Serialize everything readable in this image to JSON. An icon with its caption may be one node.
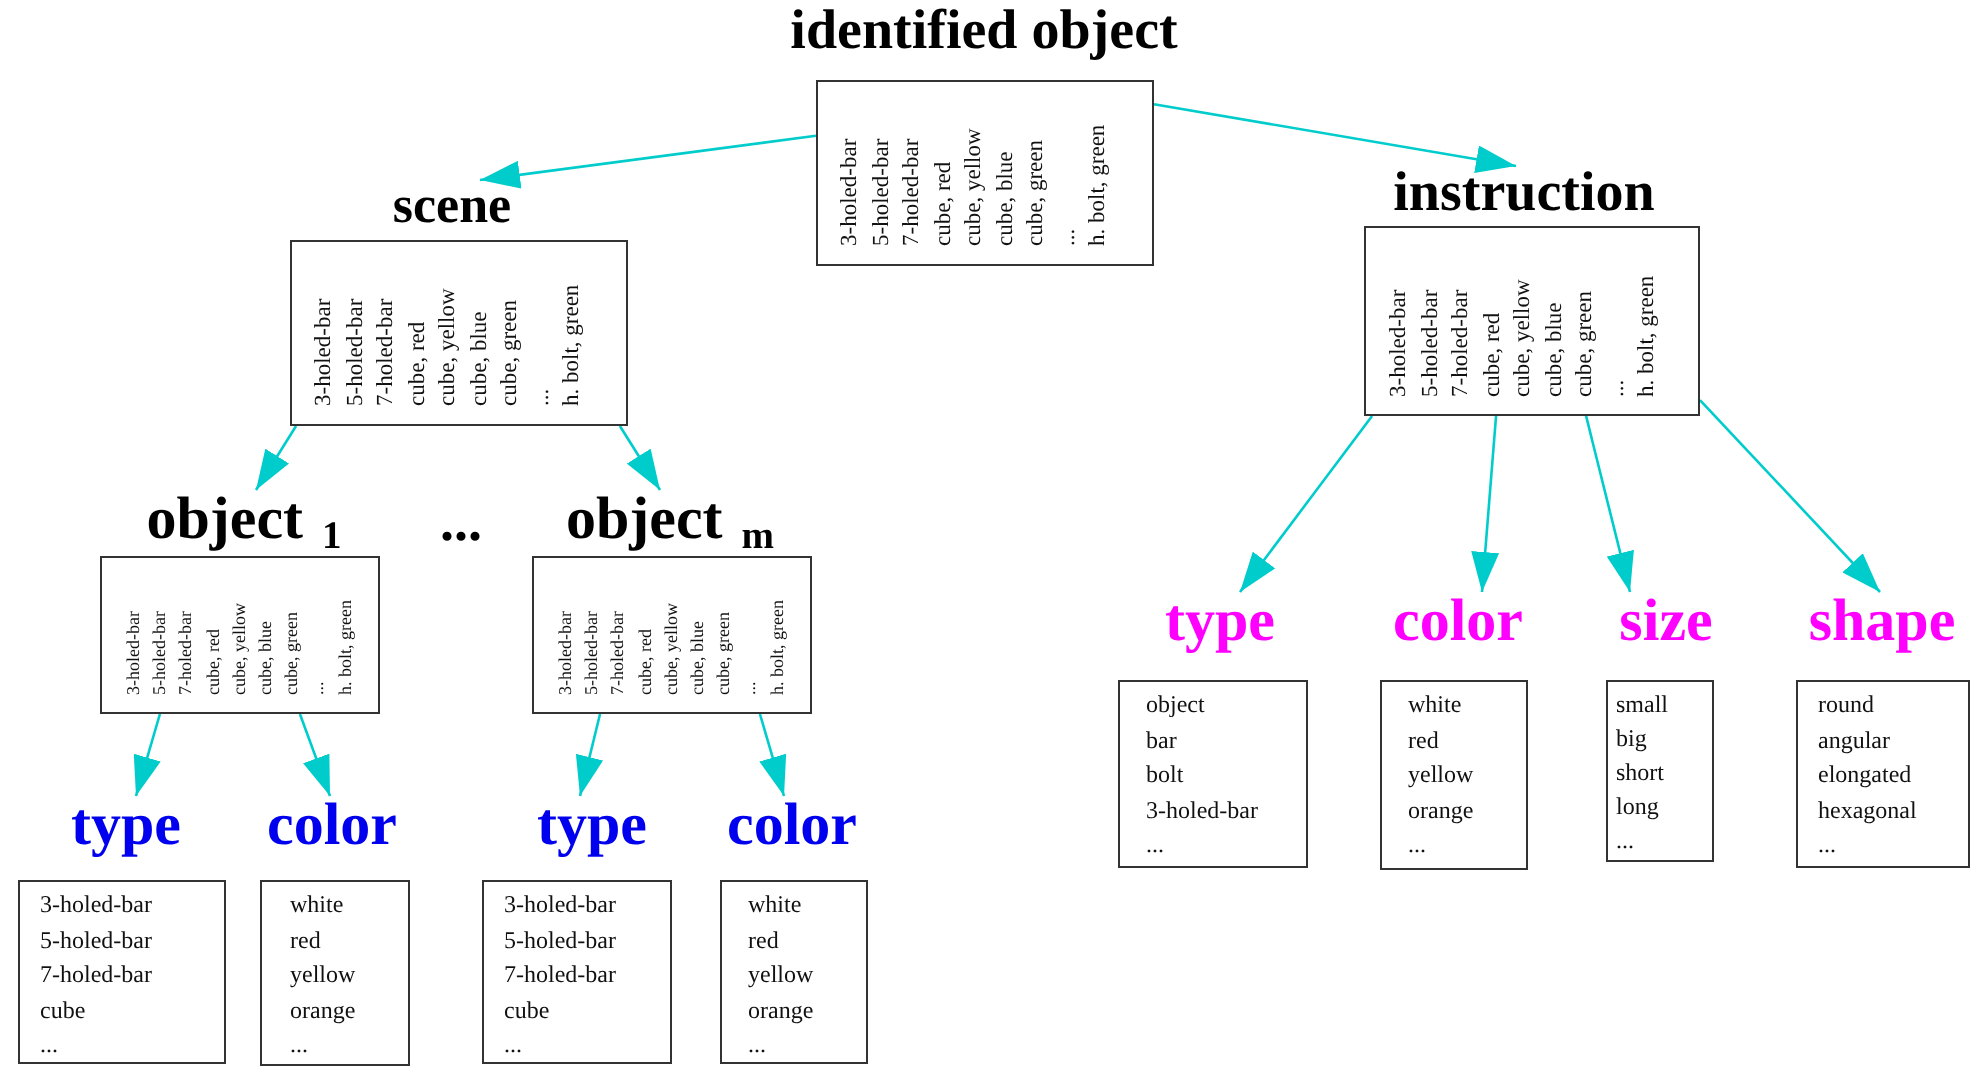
{
  "diagram": {
    "nodes": [
      {
        "text": [
          "identified object",
          "3-holed-bar",
          "5-holed-bar",
          "7-holed-bar",
          "cube, red",
          "cube, yellow",
          "cube, blue",
          "cube, green",
          "...",
          "h. bolt, green"
        ]
      },
      {
        "text": [
          "scene",
          "3-holed-bar",
          "5-holed-bar",
          "7-holed-bar",
          "cube, red",
          "cube, yellow",
          "cube, blue",
          "cube, green",
          "...",
          "h. bolt, green"
        ]
      },
      {
        "text": [
          "instruction",
          "3-holed-bar",
          "5-holed-bar",
          "7-holed-bar",
          "cube, red",
          "cube, yellow",
          "cube, blue",
          "cube, green",
          "...",
          "h. bolt, green"
        ]
      },
      {
        "text": [
          "object $_{1}$",
          "3-holed-bar",
          "5-holed-bar",
          "7-holed-bar",
          "cube, red",
          "cube, yellow",
          "cube, blue",
          "cube, green",
          "...",
          "h. bolt, green"
        ]
      },
      {
        "text": [
          "object $_{m}$",
          "3-holed-bar",
          "5-holed-bar",
          "7-holed-bar",
          "cube, red",
          "cube, yellow",
          "cube, blue",
          "cube, green",
          "...",
          "h. bolt, green"
        ]
      },
      {
        "text": [
          "type",
          "3-holed-bar",
          "5-holed-bar",
          "7-holed-bar",
          "cube",
          "..."
        ]
      },
      {
        "text": [
          "color",
          "white",
          "red",
          "yellow",
          "orange",
          "..."
        ]
      },
      {
        "text": [
          "type",
          "3-holed-bar",
          "5-holed-bar",
          "7-holed-bar",
          "cube",
          "..."
        ]
      },
      {
        "text": [
          "color",
          "white",
          "red",
          "yellow",
          "orange",
          "..."
        ]
      },
      {
        "text": [
          "type",
          "object",
          "bar",
          "bolt",
          "3-holed-bar",
          "..."
        ]
      },
      {
        "text": [
          "color",
          "white",
          "red",
          "yellow",
          "orange",
          "..."
        ]
      },
      {
        "text": [
          "size",
          "small",
          "big",
          "short",
          "long",
          "..."
        ]
      },
      {
        "text": [
          "shape",
          "round",
          "angular",
          "elongated",
          "hexagonal",
          "..."
        ]
      }
    ],
    "edges": [
      {
        "from": 0,
        "to": 1,
        "arrow": "to"
      },
      {
        "from": 0,
        "to": 2,
        "arrow": "to"
      },
      {
        "from": 1,
        "to": 3,
        "arrow": "to"
      },
      {
        "from": 1,
        "to": 4,
        "arrow": "to"
      },
      {
        "from": 3,
        "to": 5,
        "arrow": "to"
      },
      {
        "from": 3,
        "to": 6,
        "arrow": "to"
      },
      {
        "from": 4,
        "to": 7,
        "arrow": "to"
      },
      {
        "from": 4,
        "to": 8,
        "arrow": "to"
      },
      {
        "from": 2,
        "to": 9,
        "arrow": "to"
      },
      {
        "from": 2,
        "to": 10,
        "arrow": "to"
      },
      {
        "from": 2,
        "to": 11,
        "arrow": "to"
      },
      {
        "from": 2,
        "to": 12,
        "arrow": "to"
      }
    ],
    "labels": [
      "..."
    ]
  }
}
